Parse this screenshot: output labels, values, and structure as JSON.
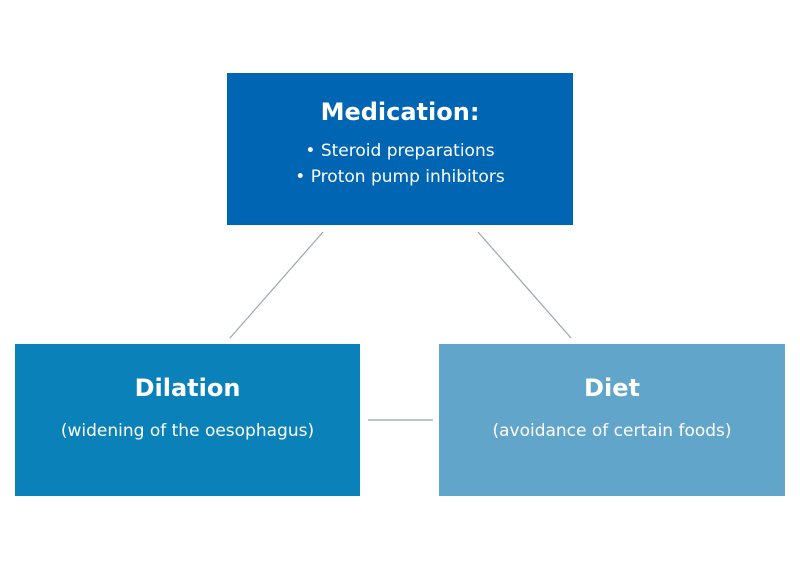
{
  "diagram": {
    "medication": {
      "title": "Medication:",
      "items": [
        "• Steroid preparations",
        "• Proton pump inhibitors"
      ]
    },
    "dilation": {
      "title": "Dilation",
      "subtitle": "(widening of the oesophagus)"
    },
    "diet": {
      "title": "Diet",
      "subtitle": "(avoidance of certain foods)"
    },
    "colors": {
      "medication_box": "#0066b3",
      "dilation_box": "#0a82b9",
      "diet_box": "#62a5cb",
      "connector": "#9aa6ad",
      "text": "#ffffff"
    }
  }
}
